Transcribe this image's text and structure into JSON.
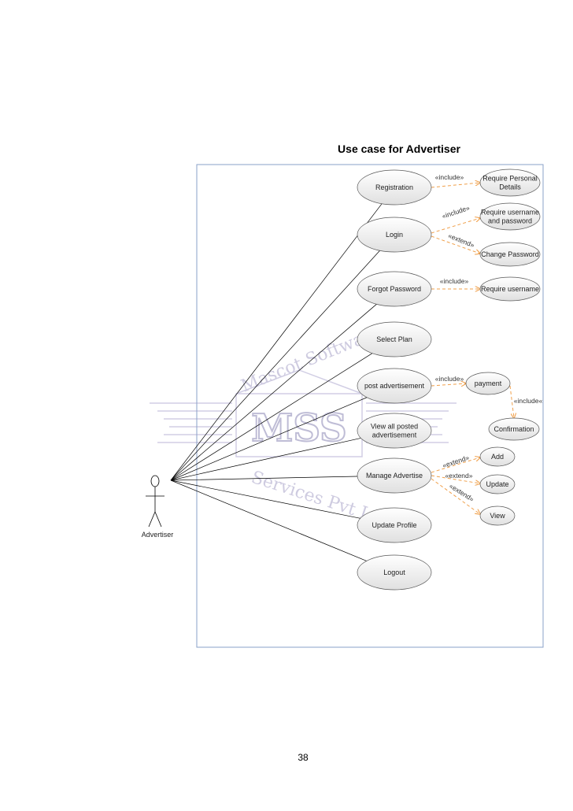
{
  "diagram": {
    "title": "Use case for Advertiser",
    "actor": {
      "name": "Advertiser"
    },
    "main_use_cases": [
      {
        "id": "registration",
        "lines": [
          "Registration"
        ]
      },
      {
        "id": "login",
        "lines": [
          "Login"
        ]
      },
      {
        "id": "forgot-password",
        "lines": [
          "Forgot Password"
        ]
      },
      {
        "id": "select-plan",
        "lines": [
          "Select Plan"
        ]
      },
      {
        "id": "post-advertisement",
        "lines": [
          "post advertisement"
        ]
      },
      {
        "id": "view-all-posted",
        "lines": [
          "View all posted",
          "advertisement"
        ]
      },
      {
        "id": "manage-advertise",
        "lines": [
          "Manage Advertise"
        ]
      },
      {
        "id": "update-profile",
        "lines": [
          "Update Profile"
        ]
      },
      {
        "id": "logout",
        "lines": [
          "Logout"
        ]
      }
    ],
    "sub_use_cases": [
      {
        "id": "require-personal-details",
        "lines": [
          "Require Personal",
          "Details"
        ]
      },
      {
        "id": "require-username-password",
        "lines": [
          "Require username",
          "and password"
        ]
      },
      {
        "id": "change-password",
        "lines": [
          "Change Password"
        ]
      },
      {
        "id": "require-username",
        "lines": [
          "Require username"
        ]
      },
      {
        "id": "payment",
        "lines": [
          "payment"
        ]
      },
      {
        "id": "confirmation",
        "lines": [
          "Confirmation"
        ]
      },
      {
        "id": "add",
        "lines": [
          "Add"
        ]
      },
      {
        "id": "update",
        "lines": [
          "Update"
        ]
      },
      {
        "id": "view",
        "lines": [
          "View"
        ]
      }
    ],
    "relations": [
      {
        "id": "rel-registration-details",
        "from": "registration",
        "to": "require-personal-details",
        "label": "«include»"
      },
      {
        "id": "rel-login-userpass",
        "from": "login",
        "to": "require-username-password",
        "label": "«include»"
      },
      {
        "id": "rel-login-change",
        "from": "login",
        "to": "change-password",
        "label": "«extend»"
      },
      {
        "id": "rel-forgot-username",
        "from": "forgot-password",
        "to": "require-username",
        "label": "«include»"
      },
      {
        "id": "rel-post-payment",
        "from": "post-advertisement",
        "to": "payment",
        "label": "«include»"
      },
      {
        "id": "rel-payment-confirmation",
        "from": "payment",
        "to": "confirmation",
        "label": "«include«"
      },
      {
        "id": "rel-manage-add",
        "from": "manage-advertise",
        "to": "add",
        "label": "«extend»"
      },
      {
        "id": "rel-manage-update",
        "from": "manage-advertise",
        "to": "update",
        "label": "«extend»"
      },
      {
        "id": "rel-manage-view",
        "from": "manage-advertise",
        "to": "view",
        "label": "«extend»"
      }
    ],
    "colors": {
      "relation": "#f0a04b",
      "line": "#000000",
      "ellipse_fill_top": "#ffffff",
      "ellipse_fill_bottom": "#e2e2e2",
      "border": "#8aa0c8"
    }
  },
  "watermark": {
    "logo": "MSS",
    "arc_top": "Mascot Software",
    "arc_bottom": "Services Pvt Ltd"
  },
  "page_number": "38"
}
